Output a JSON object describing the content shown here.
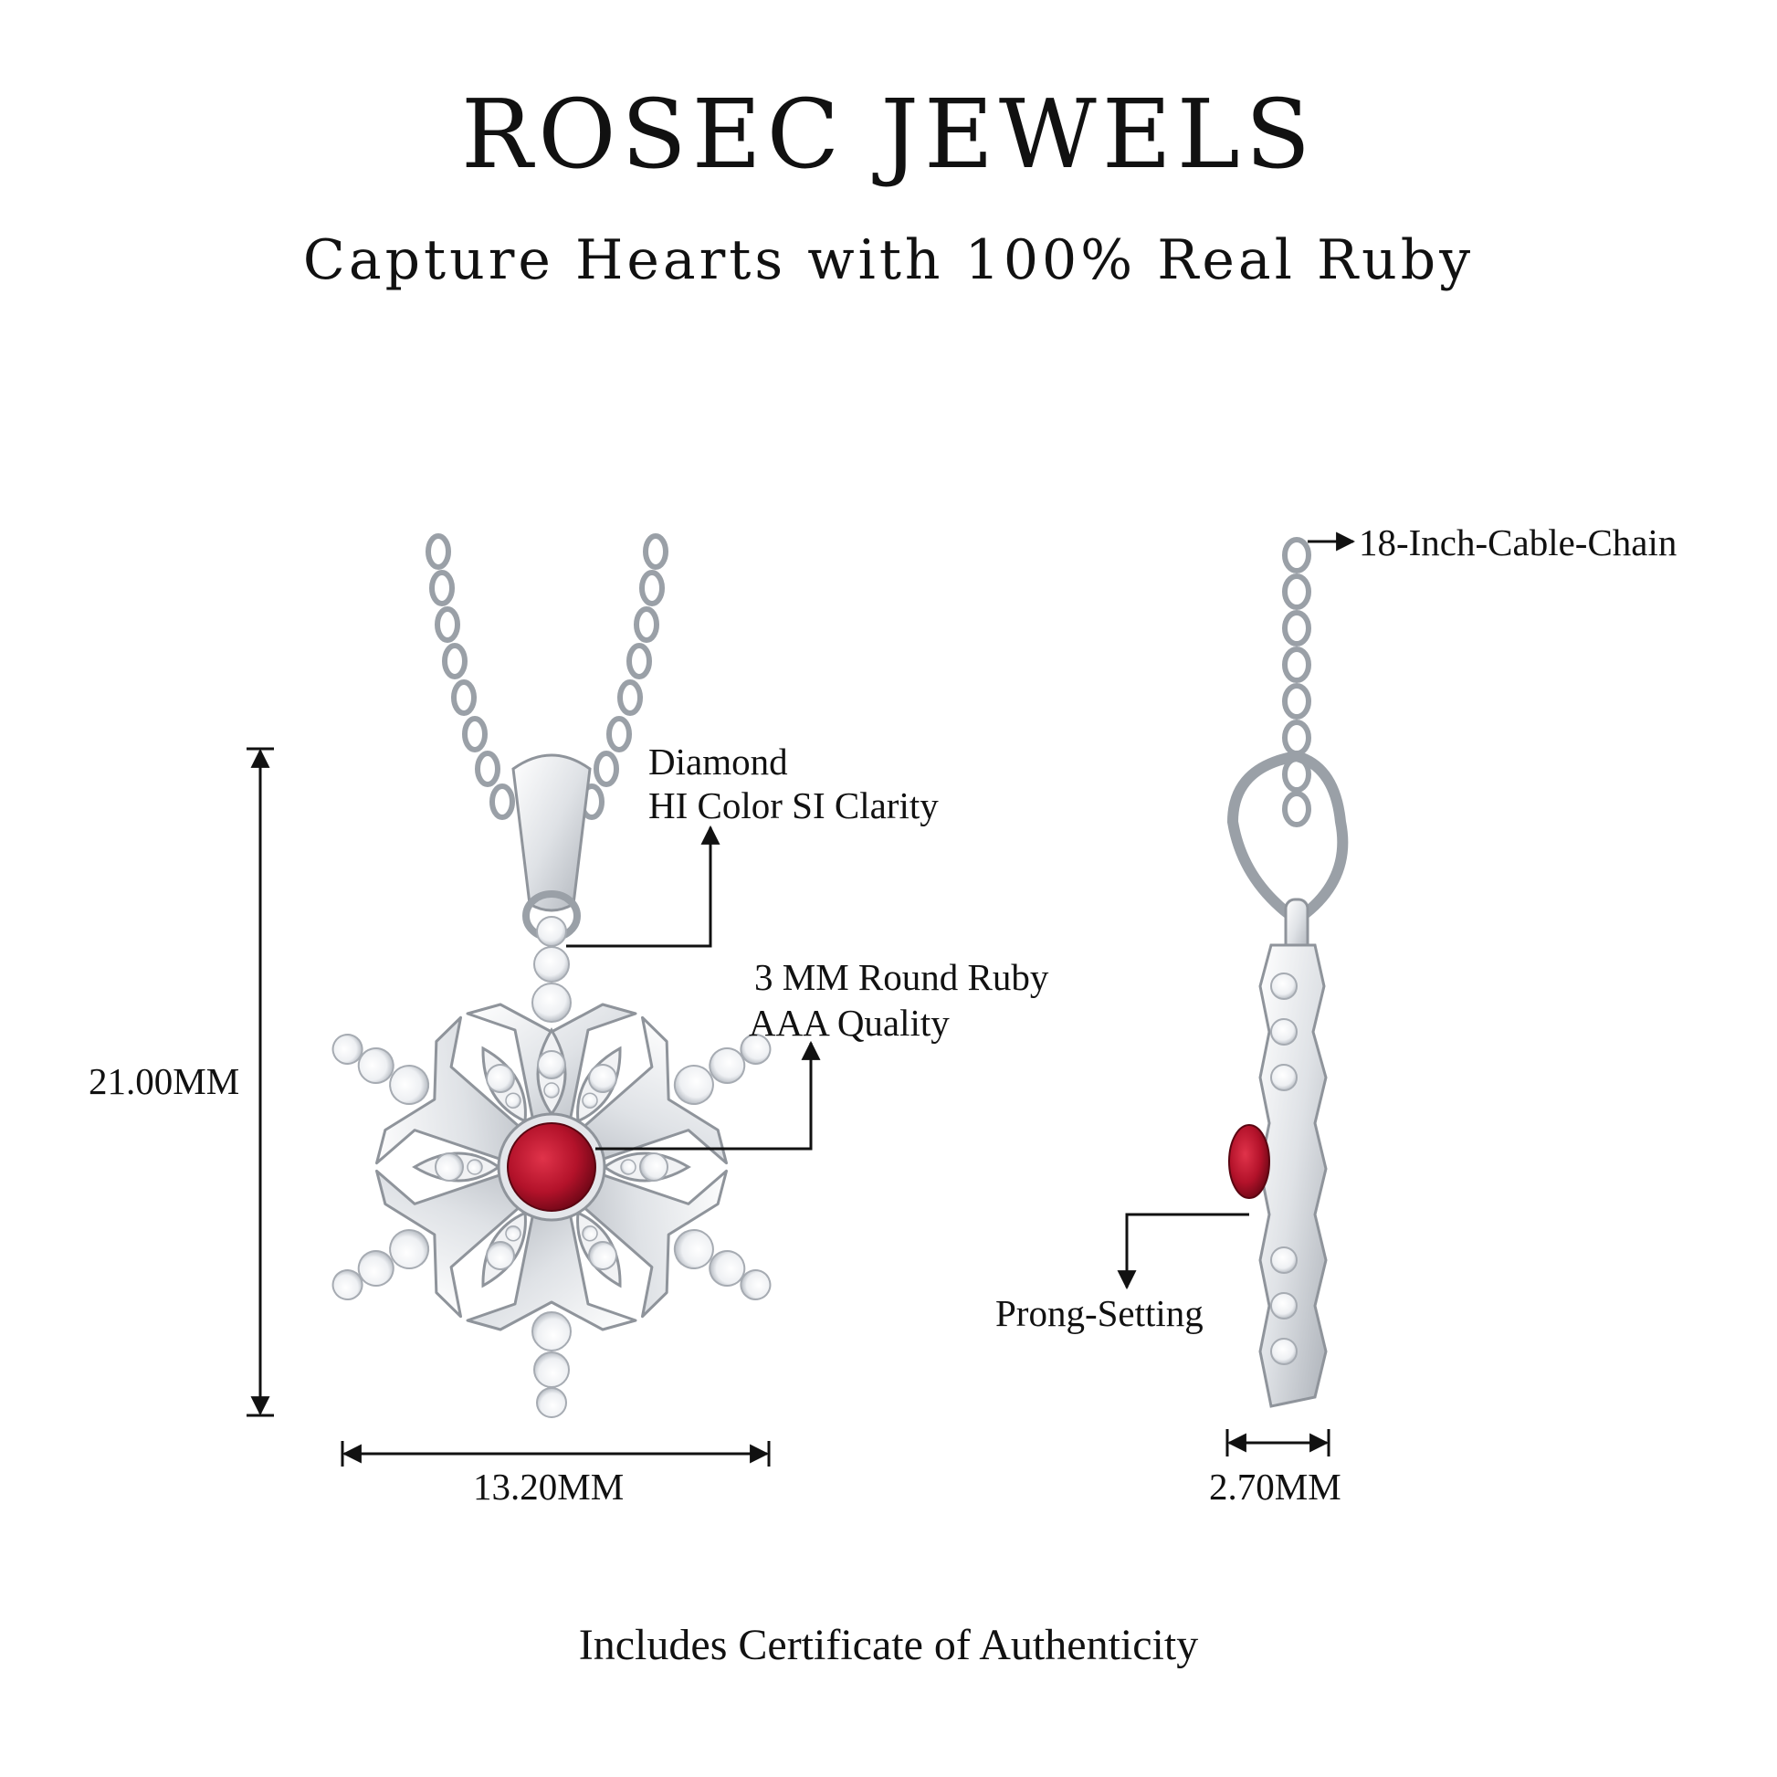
{
  "brand": {
    "name": "ROSEC JEWELS",
    "tagline": "Capture Hearts with 100% Real Ruby"
  },
  "callouts": {
    "diamond_line1": "Diamond",
    "diamond_line2": "HI Color SI Clarity",
    "ruby_line1": "3 MM Round Ruby",
    "ruby_line2": "AAA Quality",
    "chain": "18-Inch-Cable-Chain",
    "setting": "Prong-Setting"
  },
  "dimensions": {
    "height": "21.00MM",
    "width": "13.20MM",
    "depth": "2.70MM"
  },
  "footer": "Includes Certificate of Authenticity",
  "colors": {
    "metal": "#e4e6ea",
    "metal_edge": "#8f949b",
    "ruby": "#b3122a",
    "diamond": "#f7f8fa",
    "ink": "#111111"
  }
}
